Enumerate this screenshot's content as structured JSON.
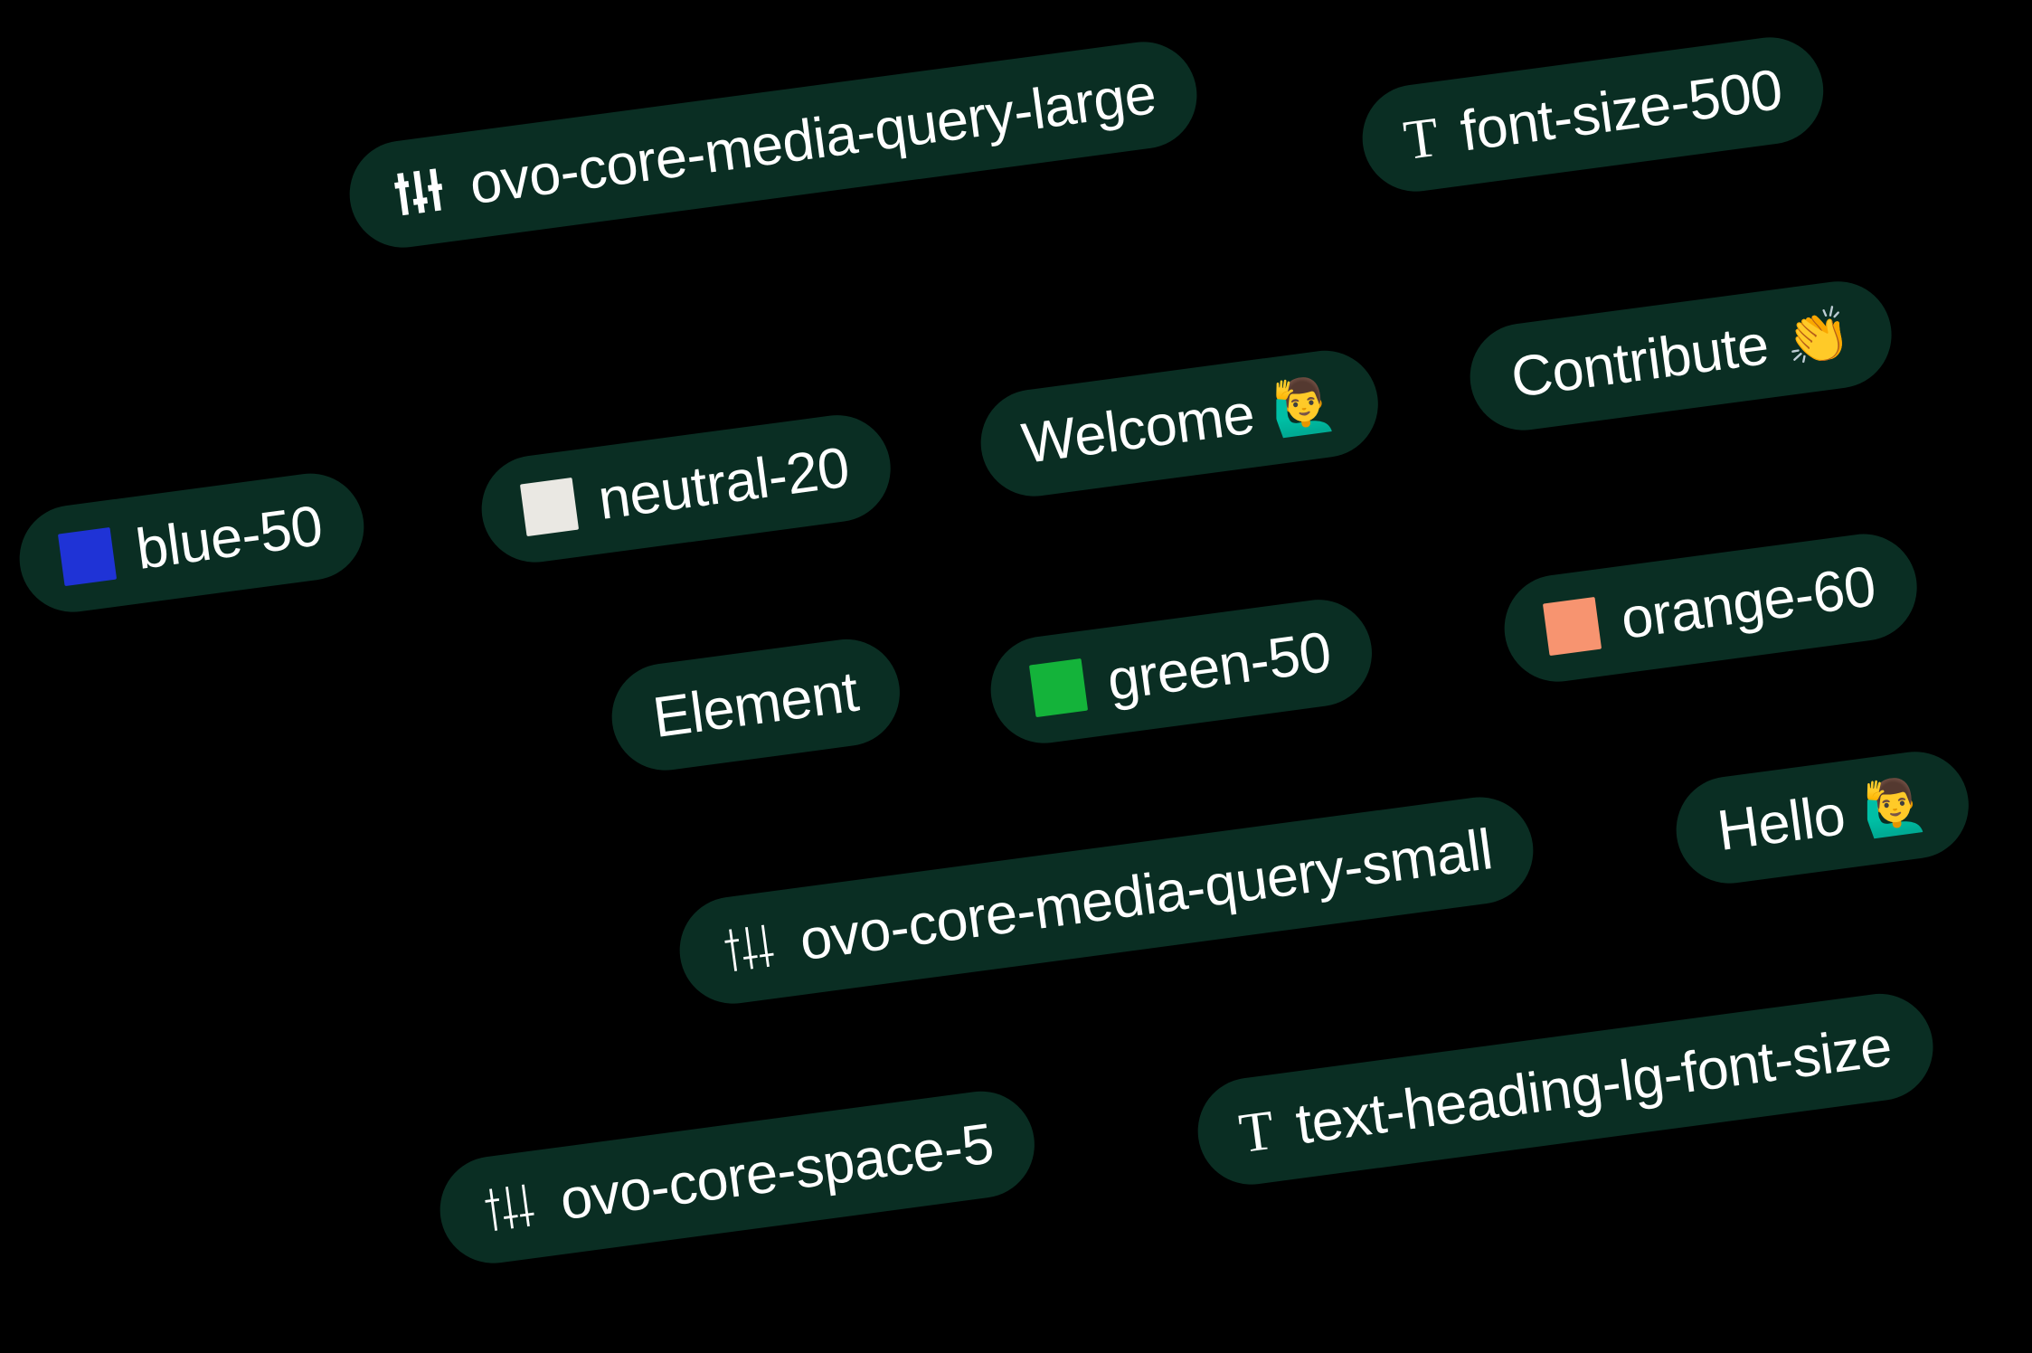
{
  "canvas": {
    "background_color": "#000000",
    "pill_background_color": "#0A2E23",
    "text_color": "#FFFFFF",
    "rotation_degrees": -7.6
  },
  "pills": [
    {
      "id": "mq-large",
      "label": "ovo-core-media-query-large",
      "leading_icon": "sliders-bold-icon",
      "trailing_emoji": ""
    },
    {
      "id": "font-500",
      "label": "font-size-500",
      "leading_icon": "typography-t-icon",
      "trailing_emoji": ""
    },
    {
      "id": "contribute",
      "label": "Contribute",
      "leading_icon": "",
      "trailing_emoji": "👏"
    },
    {
      "id": "welcome",
      "label": "Welcome",
      "leading_icon": "",
      "trailing_emoji": "🙋‍♂️"
    },
    {
      "id": "neutral20",
      "label": "neutral-20",
      "leading_icon": "color-swatch-icon",
      "swatch_color": "#EAE8E3",
      "trailing_emoji": ""
    },
    {
      "id": "blue50",
      "label": "blue-50",
      "leading_icon": "color-swatch-icon",
      "swatch_color": "#1F33D6",
      "trailing_emoji": ""
    },
    {
      "id": "orange60",
      "label": "orange-60",
      "leading_icon": "color-swatch-icon",
      "swatch_color": "#F79470",
      "trailing_emoji": ""
    },
    {
      "id": "green50",
      "label": "green-50",
      "leading_icon": "color-swatch-icon",
      "swatch_color": "#14B33A",
      "trailing_emoji": ""
    },
    {
      "id": "element",
      "label": "Element",
      "leading_icon": "",
      "trailing_emoji": ""
    },
    {
      "id": "hello",
      "label": "Hello",
      "leading_icon": "",
      "trailing_emoji": "🙋‍♂️"
    },
    {
      "id": "mq-small",
      "label": "ovo-core-media-query-small",
      "leading_icon": "sliders-thin-icon",
      "trailing_emoji": ""
    },
    {
      "id": "heading-lg",
      "label": "text-heading-lg-font-size",
      "leading_icon": "typography-t-icon",
      "trailing_emoji": ""
    },
    {
      "id": "space5",
      "label": "ovo-core-space-5",
      "leading_icon": "sliders-thin-icon",
      "trailing_emoji": ""
    }
  ],
  "icons": {
    "typography_t_glyph": "T"
  },
  "swatches": {
    "blue_50": "#1F33D6",
    "neutral_20": "#EAE8E3",
    "green_50": "#14B33A",
    "orange_60": "#F79470"
  }
}
